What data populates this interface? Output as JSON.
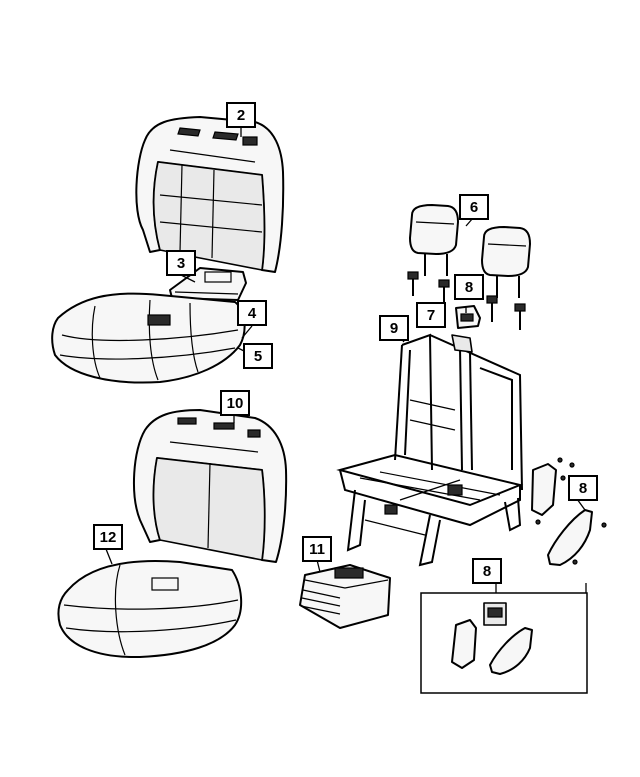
{
  "callouts": {
    "c2": "2",
    "c3": "3",
    "c4": "4",
    "c5": "5",
    "c6": "6",
    "c7": "7",
    "c8a": "8",
    "c8b": "8",
    "c8c": "8",
    "c9": "9",
    "c10": "10",
    "c11": "11",
    "c12": "12"
  }
}
